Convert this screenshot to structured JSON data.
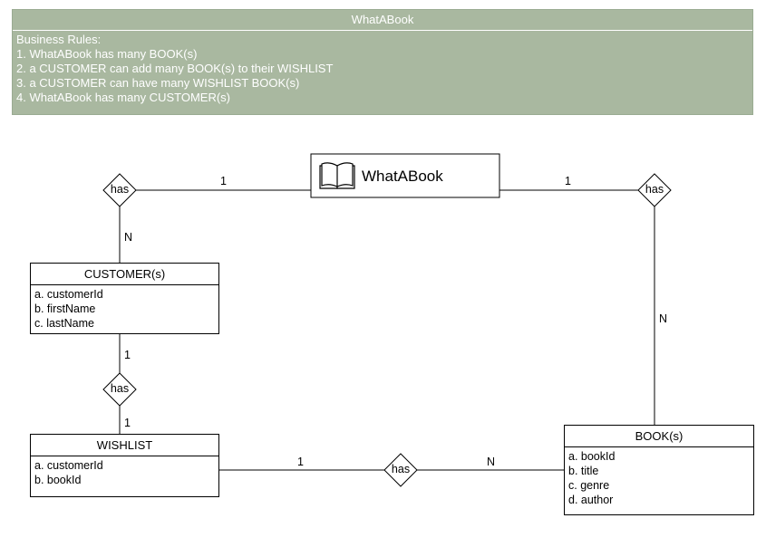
{
  "rules": {
    "title": "WhatABook",
    "heading": "Business Rules:",
    "items": [
      "1. WhatABook has many BOOK(s)",
      "2. a CUSTOMER can add many BOOK(s) to their WISHLIST",
      "3. a CUSTOMER can have many WISHLIST BOOK(s)",
      "4. WhatABook has many CUSTOMER(s)"
    ]
  },
  "main_entity": {
    "label": "WhatABook",
    "icon": "book-icon"
  },
  "entities": {
    "customer": {
      "title": "CUSTOMER(s)",
      "attrs": [
        "a. customerId",
        "b. firstName",
        "c. lastName"
      ]
    },
    "wishlist": {
      "title": "WISHLIST",
      "attrs": [
        "a. customerId",
        "b. bookId"
      ]
    },
    "book": {
      "title": "BOOK(s)",
      "attrs": [
        "a. bookId",
        "b. title",
        "c. genre",
        "d. author"
      ]
    }
  },
  "relationships": {
    "r1": "has",
    "r2": "has",
    "r3": "has",
    "r4": "has"
  },
  "cardinalities": {
    "main_to_r1": "1",
    "r1_to_customer": "N",
    "main_to_r2": "1",
    "r2_to_book": "N",
    "customer_to_r3": "1",
    "r3_to_wishlist": "1",
    "wishlist_to_r4": "1",
    "r4_to_book": "N"
  },
  "colors": {
    "panel": "#a9b8a0",
    "line": "#000000"
  }
}
